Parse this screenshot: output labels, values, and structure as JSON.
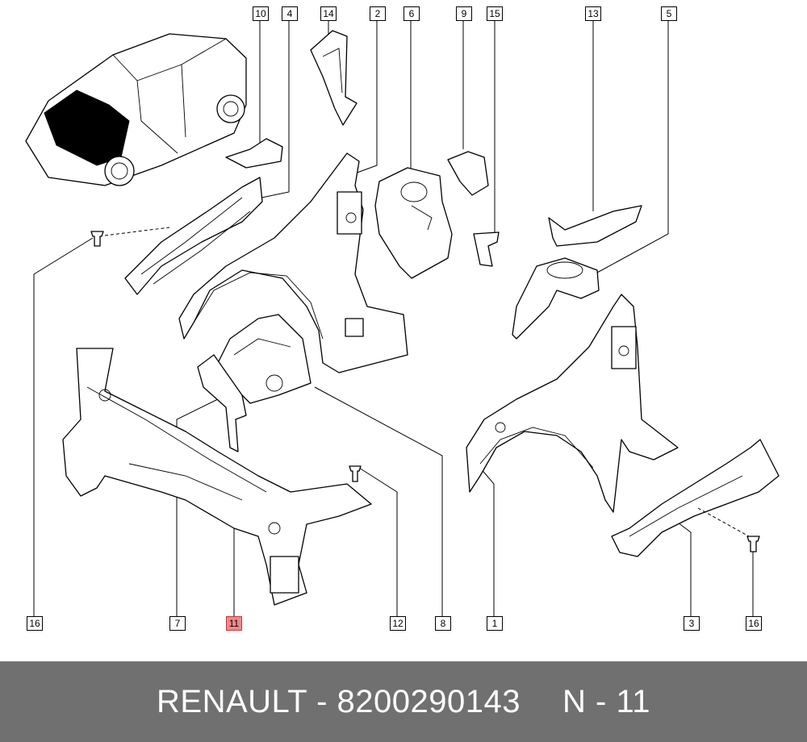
{
  "callouts": {
    "c10": "10",
    "c4": "4",
    "c14": "14",
    "c2": "2",
    "c6": "6",
    "c9": "9",
    "c15": "15",
    "c13": "13",
    "c5": "5",
    "c16a": "16",
    "c7": "7",
    "c11": "11",
    "c12": "12",
    "c8": "8",
    "c1": "1",
    "c3": "3",
    "c16b": "16"
  },
  "footer": {
    "brand_part": "RENAULT - 8200290143",
    "ref": "N - 11"
  },
  "colors": {
    "footer_bg": "#707070",
    "highlight": "#f08a8a",
    "line": "#000000"
  }
}
